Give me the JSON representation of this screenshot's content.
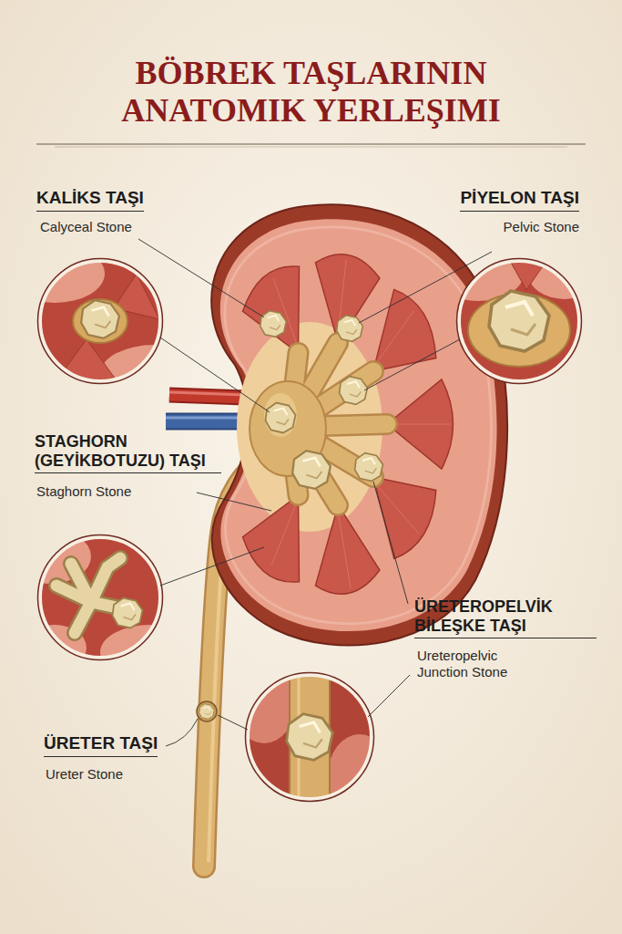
{
  "diagram": {
    "title": "BÖBREK TAŞLARININ ANATOMIK YERLEŞIMI",
    "labels": [
      "KALİKS TAŞI",
      "Calyceal Stone",
      "PİYELON TAŞI",
      "Pelvic Stone",
      "STAGHORN (GEYİKBOTUZU) TAŞI",
      "Staghorn Stone",
      "ÜRETEROPELVİK BİLEŞKE TAŞI",
      "Ureteropelvic Junction Stone",
      "ÜRETER TAŞI",
      "Ureter Stone"
    ]
  }
}
